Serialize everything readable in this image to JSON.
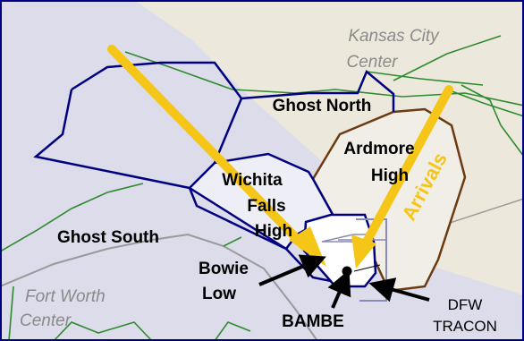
{
  "map": {
    "centers": {
      "kansas_city": [
        "Kansas City",
        "Center"
      ],
      "fort_worth": [
        "Fort Worth",
        "Center"
      ]
    },
    "sectors": {
      "ghost_north": "Ghost North",
      "ghost_south": "Ghost South",
      "ardmore_high": [
        "Ardmore",
        "High"
      ],
      "wichita_falls_high": [
        "Wichita",
        "Falls",
        "High"
      ],
      "bowie_low": [
        "Bowie",
        "Low"
      ]
    },
    "annotations": {
      "bambe": "BAMBE",
      "dfw_tracon": [
        "DFW",
        "TRACON"
      ],
      "arrivals": "Arrivals"
    },
    "colors": {
      "arrival_arrow": "#f5c518",
      "sector_boundary": "#000080",
      "ardmore_boundary": "#6b3a10",
      "airway_lines": "#2e8b2e",
      "kansas_city_region": "#ece8dc",
      "fort_worth_region": "#dcdcea"
    }
  }
}
